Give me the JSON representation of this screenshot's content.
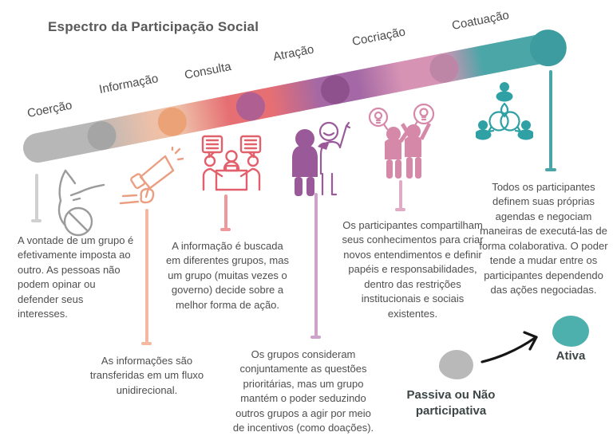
{
  "title": "Espectro da Participação Social",
  "stages": [
    {
      "label": "Coerção",
      "description": "A vontade de um grupo é efetivamente imposta ao outro. As pessoas não podem opinar ou defender seus interesses.",
      "icon": "hand-prohibition-icon",
      "bar_color": "#b7b7b7",
      "marker_color": "#a5a5a5",
      "line_color": "#d0d0d0",
      "icon_color": "#9b9b9b"
    },
    {
      "label": "Informação",
      "description": "As informações são transferidas em um fluxo unidirecional.",
      "icon": "megaphone-icon",
      "bar_color": "#eec0a8",
      "marker_color": "#eba277",
      "line_color": "#f4b7a0",
      "icon_color": "#eb9f82"
    },
    {
      "label": "Consulta",
      "description": "A informação é buscada em diferentes grupos, mas um grupo (muitas vezes o governo) decide sobre a melhor forma de ação.",
      "icon": "group-meeting-icon",
      "bar_color": "#e66f74",
      "marker_color": "#b05f92",
      "line_color": "#ee989b",
      "icon_color": "#e2606b"
    },
    {
      "label": "Atração",
      "description": "Os grupos consideram conjuntamente as questões prioritárias, mas um grupo mantém o poder seduzindo outros grupos a agir por meio de incentivos (como doações).",
      "icon": "two-people-arm-around-icon",
      "bar_color": "#a368a5",
      "marker_color": "#8f518d",
      "line_color": "#cfa2ca",
      "icon_color": "#9a5a9a"
    },
    {
      "label": "Cocriação",
      "description": "Os participantes compartilham seus conhecimentos para criar novos entendimentos e definir papéis e responsabilidades, dentro das restrições institucionais e sociais existentes.",
      "icon": "people-lightbulb-ideas-icon",
      "bar_color": "#d693b4",
      "marker_color": "#bd86a6",
      "line_color": "#e2abc5",
      "icon_color": "#d688a8"
    },
    {
      "label": "Coatuação",
      "description": "Todos os participantes definem suas próprias agendas e negociam maneiras de executá-las de forma colaborativa. O poder tende a mudar entre os participantes dependendo das ações negociadas.",
      "icon": "three-people-dialogue-icon",
      "bar_color": "#4ba6a8",
      "marker_color": "#3d9c9f",
      "line_color": "#49a5a7",
      "icon_color": "#2fa0a3"
    }
  ],
  "legend": {
    "passive_label": "Passiva ou Não participativa",
    "active_label": "Ativa",
    "passive_color": "#b9b9b9",
    "active_color": "#4db0ad",
    "arrow_icon": "arrow-right-icon"
  }
}
